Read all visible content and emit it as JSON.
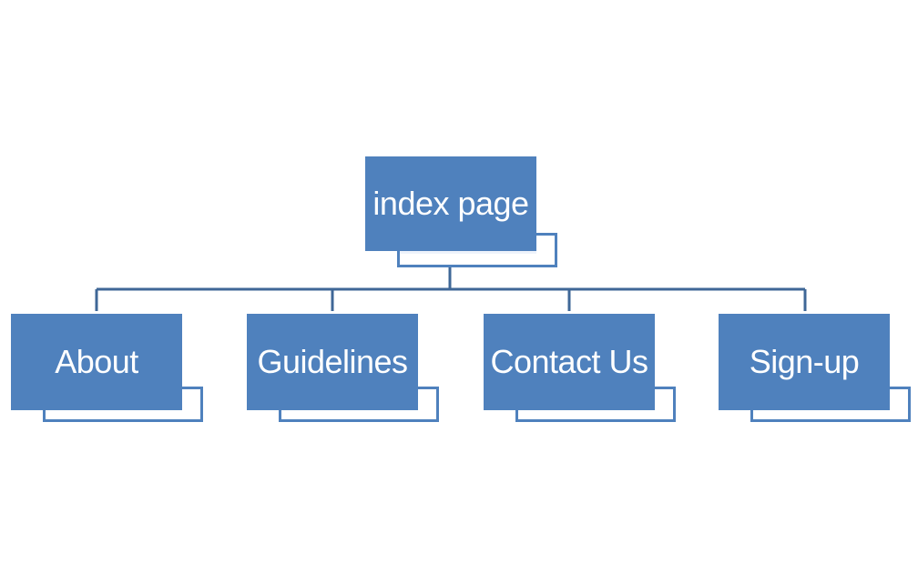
{
  "diagram": {
    "root": {
      "label": "index page"
    },
    "children": [
      {
        "label": "About"
      },
      {
        "label": "Guidelines"
      },
      {
        "label": "Contact Us"
      },
      {
        "label": "Sign-up"
      }
    ]
  },
  "colors": {
    "node_fill": "#4f81bd",
    "connector": "#3f6797",
    "sub_tint": "#eef3fb"
  }
}
